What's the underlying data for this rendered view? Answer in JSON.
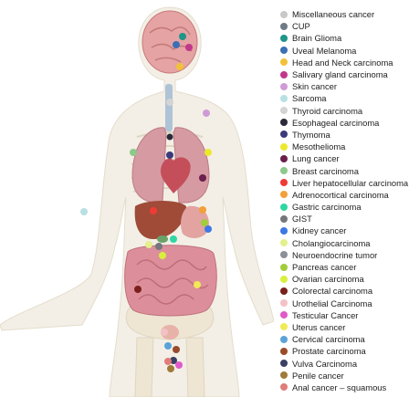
{
  "legend": [
    {
      "label": "Miscellaneous cancer",
      "color": "#c8c8c8"
    },
    {
      "label": "CUP",
      "color": "#6e7b86"
    },
    {
      "label": "Brain Glioma",
      "color": "#1f9488"
    },
    {
      "label": "Uveal Melanoma",
      "color": "#3b6fb6"
    },
    {
      "label": "Head and Neck carcinoma",
      "color": "#f2c13a"
    },
    {
      "label": "Salivary gland carcinoma",
      "color": "#c2378c"
    },
    {
      "label": "Skin cancer",
      "color": "#cf9ad6"
    },
    {
      "label": "Sarcoma",
      "color": "#b9e0e2"
    },
    {
      "label": "Thyroid carcinoma",
      "color": "#d4d4d4"
    },
    {
      "label": "Esophageal carcinoma",
      "color": "#2a2a38"
    },
    {
      "label": "Thymoma",
      "color": "#3c3a7a"
    },
    {
      "label": "Mesothelioma",
      "color": "#ece92c"
    },
    {
      "label": "Lung cancer",
      "color": "#6b1f4c"
    },
    {
      "label": "Breast carcinoma",
      "color": "#8cc98b"
    },
    {
      "label": "Liver hepatocellular carcinoma",
      "color": "#ee3b36"
    },
    {
      "label": "Adrenocortical carcinoma",
      "color": "#f2a03a"
    },
    {
      "label": "Gastric carcinoma",
      "color": "#2fd6a2"
    },
    {
      "label": "GIST",
      "color": "#74767b"
    },
    {
      "label": "Kidney cancer",
      "color": "#3d78e6"
    },
    {
      "label": "Cholangiocarcinoma",
      "color": "#e3f08c"
    },
    {
      "label": "Neuroendocrine tumor",
      "color": "#8b8f99"
    },
    {
      "label": "Pancreas cancer",
      "color": "#a2cd3a"
    },
    {
      "label": "Ovarian carcinoma",
      "color": "#d8ef3d"
    },
    {
      "label": "Colorectal carcinoma",
      "color": "#7a1f1c"
    },
    {
      "label": "Urothelial Carcinoma",
      "color": "#f3c2c6"
    },
    {
      "label": "Testicular Cancer",
      "color": "#e05ac9"
    },
    {
      "label": "Uterus cancer",
      "color": "#f1ea55"
    },
    {
      "label": "Cervical carcinoma",
      "color": "#5aa3d8"
    },
    {
      "label": "Prostate carcinoma",
      "color": "#9a4b2a"
    },
    {
      "label": "Vulva Carcinoma",
      "color": "#3a3f63"
    },
    {
      "label": "Penile cancer",
      "color": "#a07a3a"
    },
    {
      "label": "Anal cancer – squamous",
      "color": "#e07c7a"
    }
  ]
}
